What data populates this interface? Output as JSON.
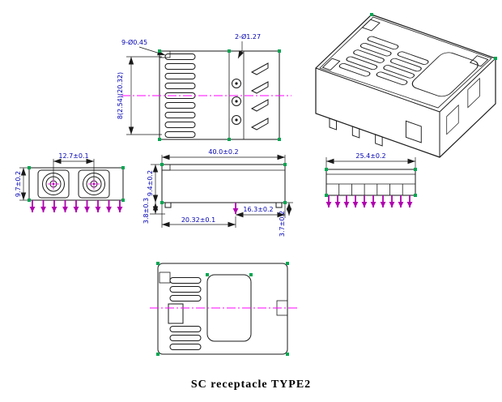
{
  "caption": "SC receptacle TYPE2",
  "views": {
    "top": {
      "label_holes": "9-Ø0.45",
      "label_posts": "2-Ø1.27",
      "label_pitch": "8(2.54)(20.32)"
    },
    "front": {
      "dim_port_pitch": "12.7±0.1",
      "dim_height": "9.7±0.2"
    },
    "side": {
      "dim_length": "40.0±0.2",
      "dim_height": "9.4±0.2",
      "dim_pin_offset": "20.32±0.1",
      "dim_pin_to_edge": "16.3±0.2",
      "dim_standoff": "3.8±0.3",
      "dim_pin_length": "3.7±0.2"
    },
    "end": {
      "dim_width": "25.4±0.2"
    }
  },
  "colors": {
    "geometry": "#1a1a1a",
    "dimension_text": "#0000b3",
    "centerline": "#ff00ff",
    "pin": "#b000b0",
    "grip": "#00a651"
  }
}
